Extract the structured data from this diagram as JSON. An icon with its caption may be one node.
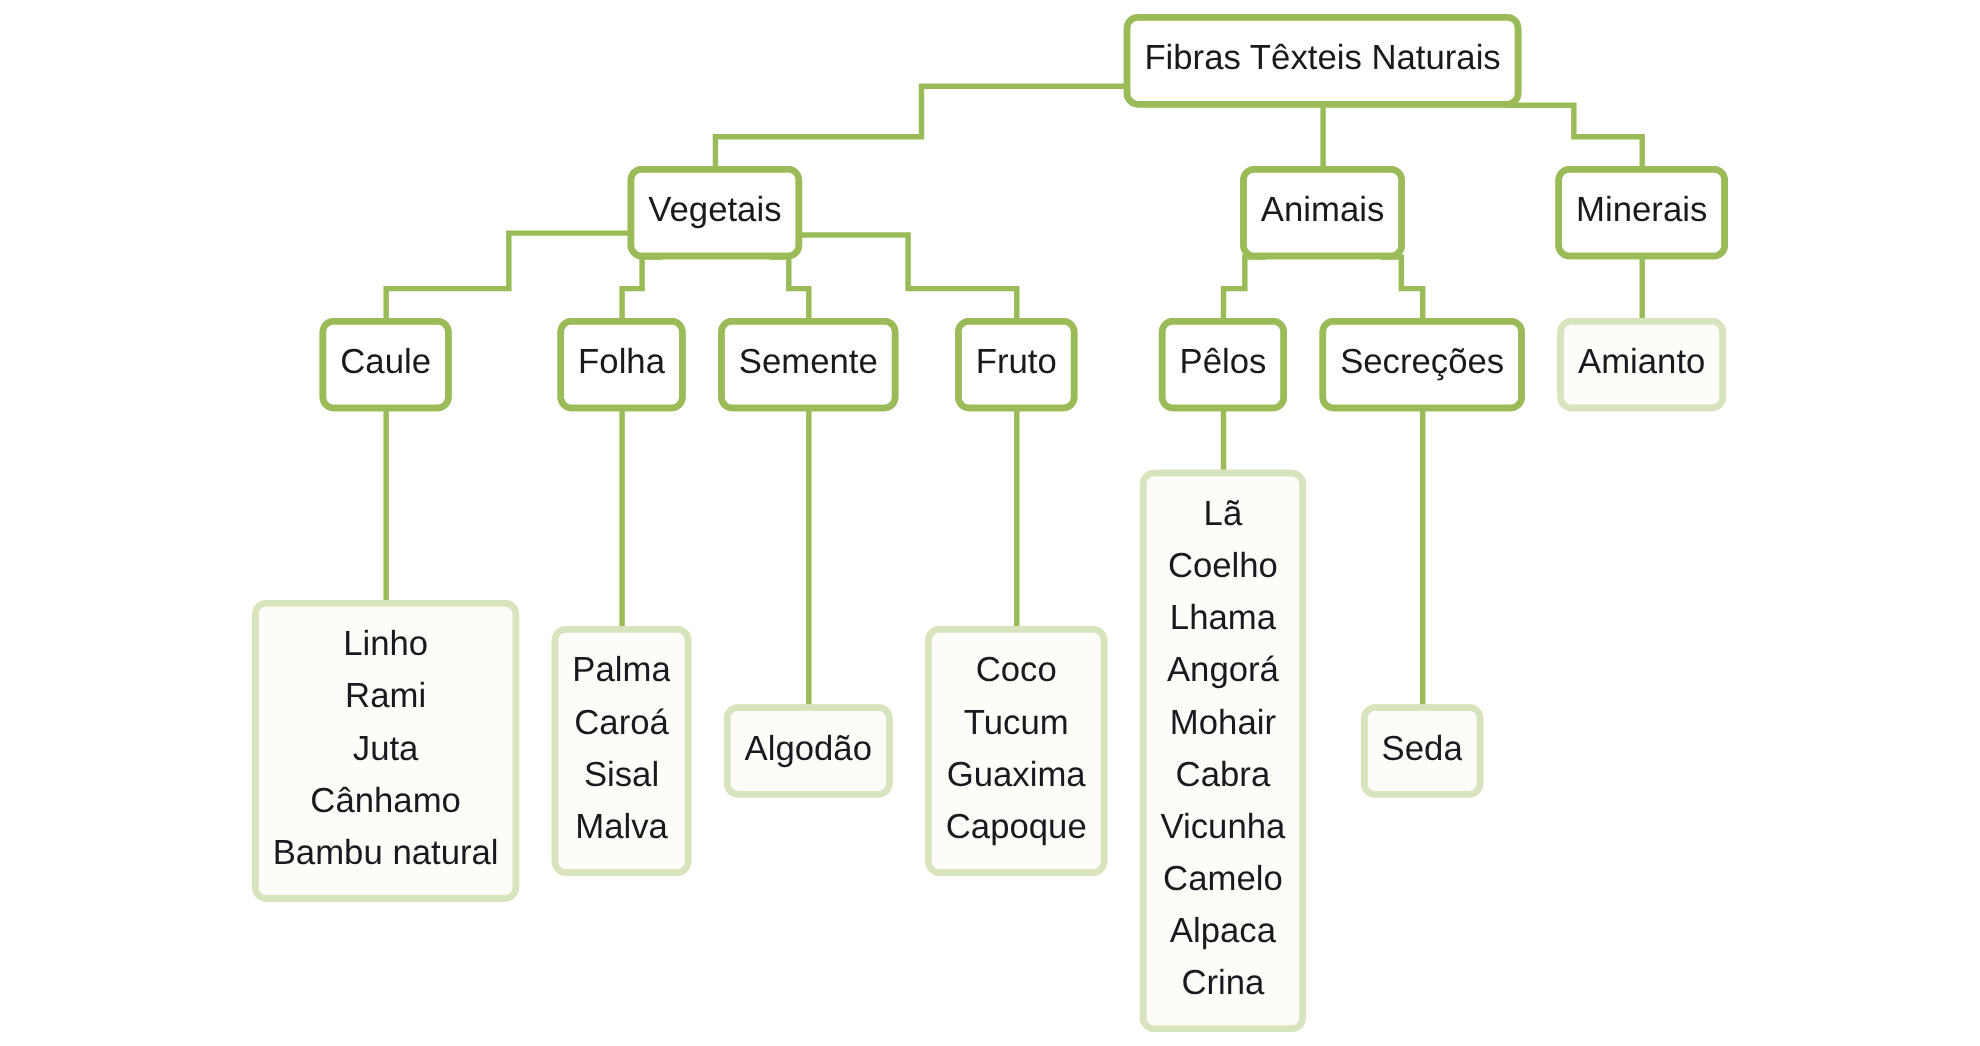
{
  "diagram": {
    "nodes": [
      {
        "text": [
          "Fibras Têxteis Naturais"
        ]
      },
      {
        "text": [
          "Vegetais"
        ]
      },
      {
        "text": [
          "Animais"
        ]
      },
      {
        "text": [
          "Minerais"
        ]
      },
      {
        "text": [
          "Caule"
        ]
      },
      {
        "text": [
          "Folha"
        ]
      },
      {
        "text": [
          "Semente"
        ]
      },
      {
        "text": [
          "Fruto"
        ]
      },
      {
        "text": [
          "Pêlos"
        ]
      },
      {
        "text": [
          "Secreções"
        ]
      },
      {
        "text": [
          "Amianto"
        ]
      },
      {
        "text": [
          "Linho",
          "Rami",
          "Juta",
          "Cânhamo",
          "Bambu natural"
        ]
      },
      {
        "text": [
          "Palma",
          "Caroá",
          "Sisal",
          "Malva"
        ]
      },
      {
        "text": [
          "Algodão"
        ]
      },
      {
        "text": [
          "Coco",
          "Tucum",
          "Guaxima",
          "Capoque"
        ]
      },
      {
        "text": [
          "Lã",
          "Coelho",
          "Lhama",
          "Angorá",
          "Mohair",
          "Cabra",
          "Vicunha",
          "Camelo",
          "Alpaca",
          "Crina"
        ]
      },
      {
        "text": [
          "Seda"
        ]
      }
    ],
    "edges": [
      {
        "from": 0,
        "to": 1,
        "arrow": "none"
      },
      {
        "from": 0,
        "to": 2,
        "arrow": "none"
      },
      {
        "from": 0,
        "to": 3,
        "arrow": "none"
      },
      {
        "from": 1,
        "to": 4,
        "arrow": "none"
      },
      {
        "from": 1,
        "to": 5,
        "arrow": "none"
      },
      {
        "from": 1,
        "to": 6,
        "arrow": "none"
      },
      {
        "from": 1,
        "to": 7,
        "arrow": "none"
      },
      {
        "from": 2,
        "to": 8,
        "arrow": "none"
      },
      {
        "from": 2,
        "to": 9,
        "arrow": "none"
      },
      {
        "from": 3,
        "to": 10,
        "arrow": "none"
      },
      {
        "from": 4,
        "to": 11,
        "arrow": "none"
      },
      {
        "from": 5,
        "to": 12,
        "arrow": "none"
      },
      {
        "from": 6,
        "to": 13,
        "arrow": "none"
      },
      {
        "from": 7,
        "to": 14,
        "arrow": "none"
      },
      {
        "from": 8,
        "to": 15,
        "arrow": "none"
      },
      {
        "from": 9,
        "to": 16,
        "arrow": "none"
      }
    ]
  }
}
